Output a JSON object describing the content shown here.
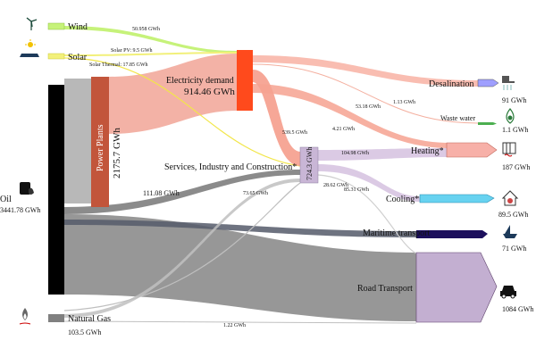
{
  "sources": {
    "wind": {
      "label": "Wind",
      "value": "50.958 GWh",
      "icon": "wind-turbine-icon"
    },
    "solar": {
      "label": "Solar",
      "pv": "Solar PV: 9.5 GWh",
      "thermal": "Solar Thermal: 17.85 GWh",
      "icon": "sun-icon"
    },
    "oil": {
      "label": "Oil",
      "value": "3441.78 GWh",
      "icon": "oil-barrel-icon"
    },
    "gas": {
      "label": "Natural Gas",
      "value": "103.5 GWh",
      "icon": "gas-flame-icon"
    }
  },
  "nodes": {
    "power_plants": {
      "label": "Power Plants",
      "value": "2175.7 GWh"
    },
    "electricity": {
      "label": "Electricity demand",
      "value": "914.46 GWh"
    },
    "services": {
      "label": "Services, Industry and Construction*",
      "value": "724.3 GWh"
    },
    "heating": {
      "label": "Heating*"
    },
    "cooling": {
      "label": "Cooling*"
    },
    "desalination": {
      "label": "Desalination"
    },
    "waste_water": {
      "label": "Waste water"
    },
    "maritime": {
      "label": "Maritime transport"
    },
    "road": {
      "label": "Road Transport"
    }
  },
  "flows": {
    "elec_services": "539.5 GWh",
    "elec_desal": "53.18 GWh",
    "elec_waste": "1.13 GWh",
    "elec_heating": "4.21 GWh",
    "serv_heating": "104.98 GWh",
    "serv_cooling": "85.31 GWh",
    "serv_other": "28.62 GWh",
    "oil_services": "111.08 GWh",
    "gas_services": "73.65 GWh",
    "gas_road": "1.22 GWh"
  },
  "outputs": {
    "desalination": "91 GWh",
    "waste_water": "1.1 GWh",
    "heating": "187 GWh",
    "cooling": "89.5 GWh",
    "maritime": "71 GWh",
    "road": "1084 GWh"
  },
  "colors": {
    "wind": "#c6f27a",
    "solar": "#f2f07a",
    "oil": "#000000",
    "gas": "#808080",
    "power_plants": "#b8b8b8",
    "power_bar": "#c2553b",
    "electricity": "#ff4a1c",
    "elec_flow": "#f2aa9c",
    "services": "#c9b6d6",
    "heating": "#f7b0a8",
    "cooling": "#67d2f0",
    "desal": "#9f9fff",
    "maritime": "#1c0f5c",
    "road": "#c3afd1"
  }
}
